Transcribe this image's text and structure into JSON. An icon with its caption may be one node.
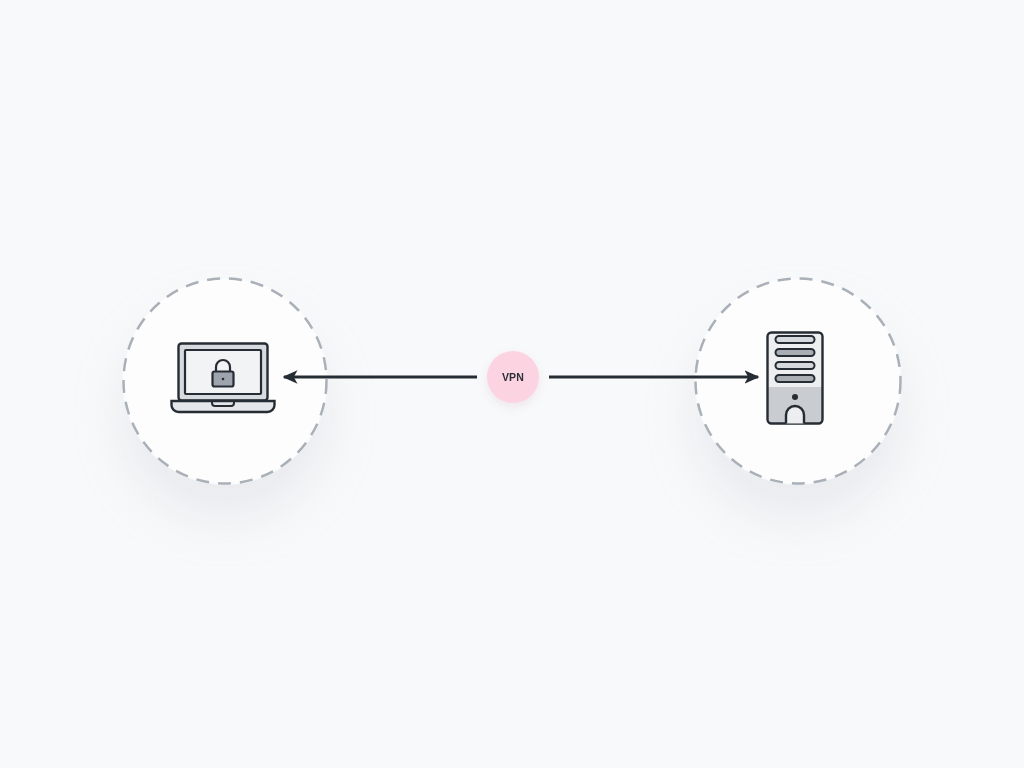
{
  "diagram": {
    "nodes": [
      {
        "text": [],
        "shape": "circle"
      },
      {
        "text": [],
        "shape": "picture",
        "in": 0
      },
      {
        "text": [
          "VPN"
        ]
      },
      {
        "text": [],
        "shape": "circle"
      },
      {
        "text": [],
        "shape": "picture",
        "in": 3
      }
    ],
    "edges": [
      {
        "from": 2,
        "to": 1,
        "arrow": "to"
      },
      {
        "from": 2,
        "to": 4,
        "arrow": "to"
      }
    ]
  }
}
